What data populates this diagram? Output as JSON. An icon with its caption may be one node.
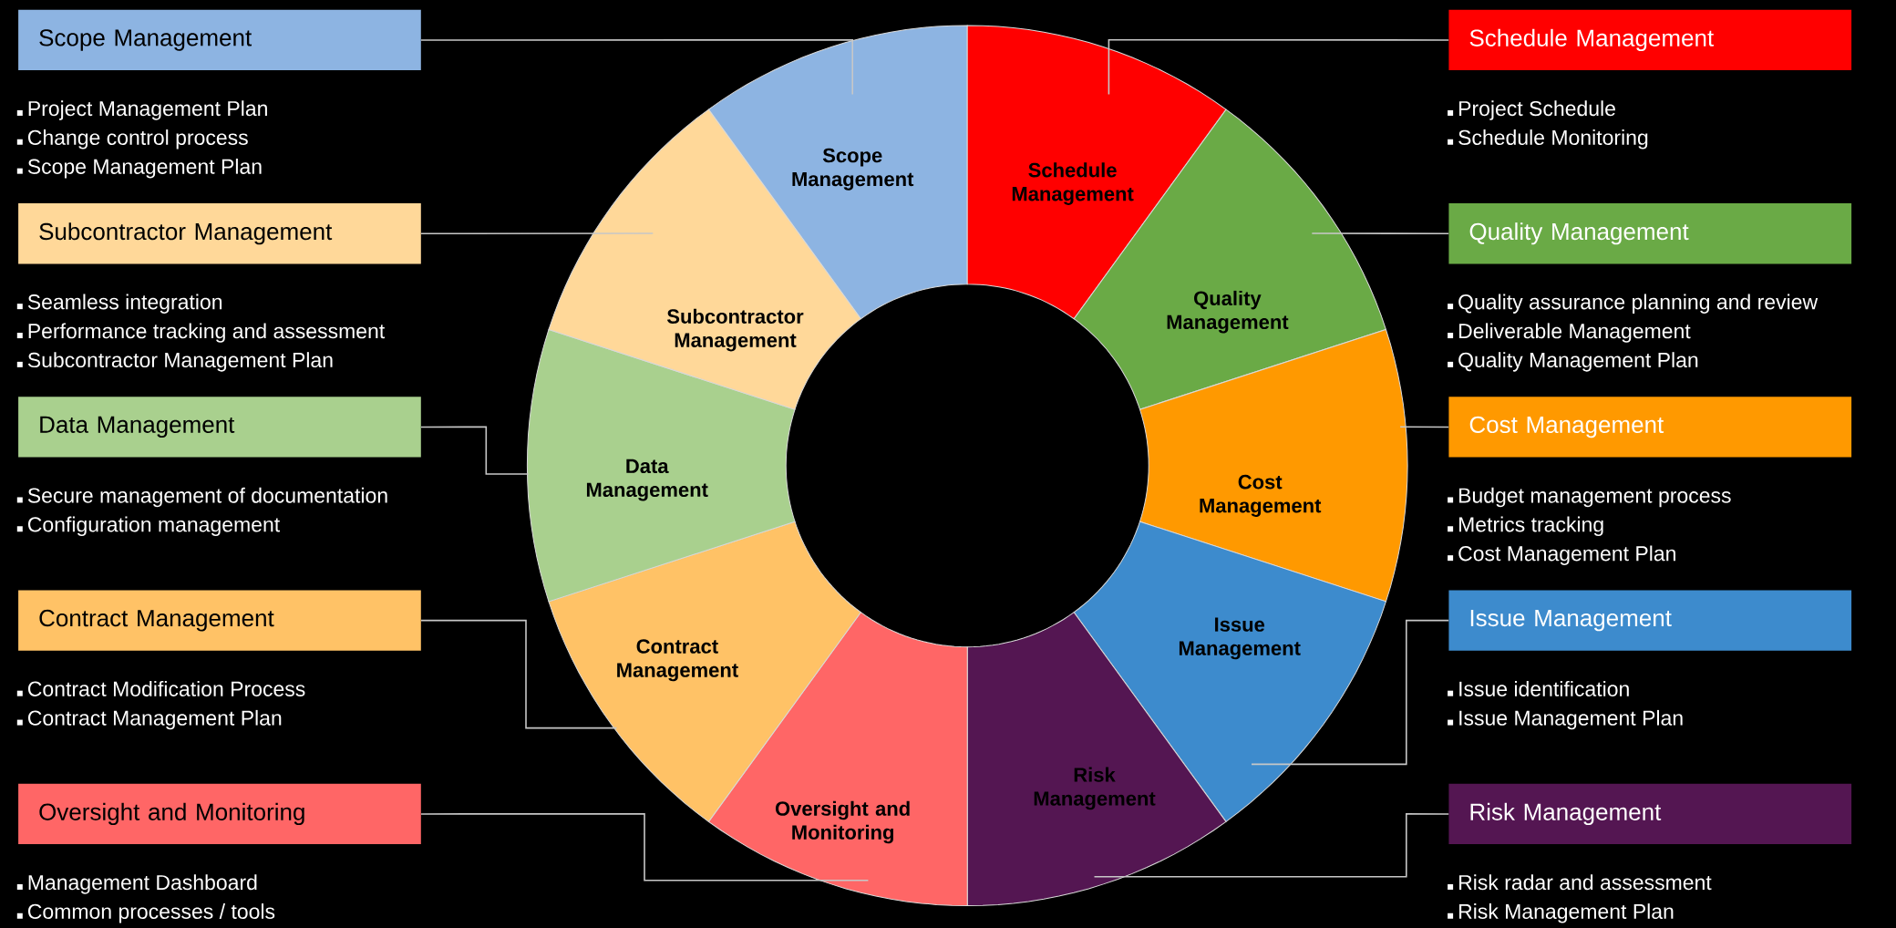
{
  "diagram": {
    "nodes": [
      {
        "text": [
          "Scope Management"
        ],
        "beside": [
          "Project Management Plan",
          "Change control process",
          "Scope Management Plan"
        ]
      },
      {
        "text": [
          "Schedule Management"
        ],
        "beside": [
          "Project Schedule",
          "Schedule Monitoring"
        ]
      },
      {
        "text": [
          "Subcontractor Management"
        ],
        "beside": [
          "Seamless integration",
          "Performance tracking and assessment",
          "Subcontractor Management Plan"
        ]
      },
      {
        "text": [
          "Quality Management"
        ],
        "beside": [
          "Quality assurance planning and review",
          "Deliverable Management",
          "Quality Management Plan"
        ]
      },
      {
        "text": [
          "Data Management"
        ],
        "beside": [
          "Secure management of documentation",
          "Configuration management"
        ]
      },
      {
        "text": [
          "Cost Management"
        ],
        "beside": [
          "Budget management process",
          "Metrics tracking",
          "Cost Management Plan"
        ]
      },
      {
        "text": [
          "Contract Management"
        ],
        "beside": [
          "Contract Modification Process",
          "Contract Management Plan"
        ]
      },
      {
        "text": [
          "Issue Management"
        ],
        "beside": [
          "Issue identification",
          "Issue Management Plan"
        ]
      },
      {
        "text": [
          "Oversight and Monitoring"
        ],
        "beside": [
          "Management Dashboard",
          "Common processes / tools"
        ]
      },
      {
        "text": [
          "Risk Management"
        ],
        "beside": [
          "Risk radar and assessment",
          "Risk Management Plan"
        ]
      },
      {
        "text": [
          "Scope Management"
        ]
      },
      {
        "text": [
          "Schedule Management"
        ]
      },
      {
        "text": [
          "Quality Management"
        ]
      },
      {
        "text": [
          "Cost Management"
        ]
      },
      {
        "text": [
          "Issue Management"
        ]
      },
      {
        "text": [
          "Risk Management"
        ]
      },
      {
        "text": [
          "Oversight and Monitoring"
        ]
      },
      {
        "text": [
          "Contract Management"
        ]
      },
      {
        "text": [
          "Data Management"
        ]
      },
      {
        "text": [
          "Subcontractor Management"
        ]
      }
    ],
    "edges": [
      {
        "from": 0,
        "to": 10,
        "arrow": "none"
      },
      {
        "from": 1,
        "to": 11,
        "arrow": "none"
      },
      {
        "from": 2,
        "to": 19,
        "arrow": "none"
      },
      {
        "from": 3,
        "to": 12,
        "arrow": "none"
      },
      {
        "from": 4,
        "to": 18,
        "arrow": "none"
      },
      {
        "from": 5,
        "to": 13,
        "arrow": "none"
      },
      {
        "from": 6,
        "to": 17,
        "arrow": "none"
      },
      {
        "from": 7,
        "to": 14,
        "arrow": "none"
      },
      {
        "from": 8,
        "to": 16,
        "arrow": "none"
      },
      {
        "from": 9,
        "to": 15,
        "arrow": "none"
      }
    ]
  }
}
